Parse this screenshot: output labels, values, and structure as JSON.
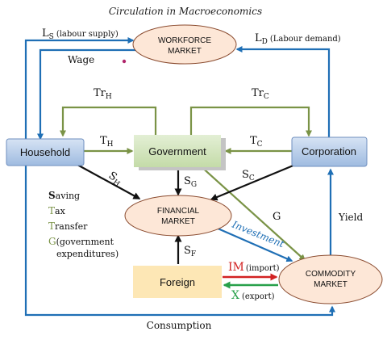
{
  "title": "Circulation in Macroeconomics",
  "colors": {
    "blue": "#1f6fb5",
    "green": "#7a9346",
    "black": "#111111",
    "red": "#d22222",
    "export_green": "#27a04a",
    "peach": "#fde7d7",
    "peach_stroke": "#8a4b2f",
    "box_blue": "#b9cde8",
    "box_green": "#d5e6c1",
    "box_yellow": "#fde7b5",
    "dot": "#b0246a"
  },
  "nodes": {
    "workforce": {
      "line1": "WORKFORCE",
      "line2": "MARKET"
    },
    "household": "Household",
    "government": "Government",
    "corporation": "Corporation",
    "financial": {
      "line1": "FINANCIAL",
      "line2": "MARKET"
    },
    "commodity": {
      "line1": "COMMODITY",
      "line2": "MARKET"
    },
    "foreign": "Foreign"
  },
  "flows": {
    "ls": {
      "main": "L",
      "sub": "S",
      "note": "(labour supply)"
    },
    "ld": {
      "main": "L",
      "sub": "D",
      "note": "(Labour demand)"
    },
    "wage": "Wage",
    "tr_h": {
      "main": "Tr",
      "sub": "H"
    },
    "tr_c": {
      "main": "Tr",
      "sub": "C"
    },
    "t_h": {
      "main": "T",
      "sub": "H"
    },
    "t_c": {
      "main": "T",
      "sub": "C"
    },
    "s_h": {
      "main": "S",
      "sub": "H"
    },
    "s_g": {
      "main": "S",
      "sub": "G"
    },
    "s_c": {
      "main": "S",
      "sub": "C"
    },
    "s_f": {
      "main": "S",
      "sub": "F"
    },
    "g": "G",
    "yield": "Yield",
    "investment": "Investment",
    "im": {
      "main": "IM",
      "note": "(import)"
    },
    "x": {
      "main": "X",
      "note": "(export)"
    },
    "consumption": "Consumption"
  },
  "legend": [
    {
      "initial": "S",
      "rest": "aving"
    },
    {
      "initial": "T",
      "rest": "ax"
    },
    {
      "initial": "T",
      "rest": "ransfer"
    },
    {
      "initial": "G",
      "rest": "(government"
    },
    {
      "initial": "",
      "rest": "expenditures)"
    }
  ]
}
